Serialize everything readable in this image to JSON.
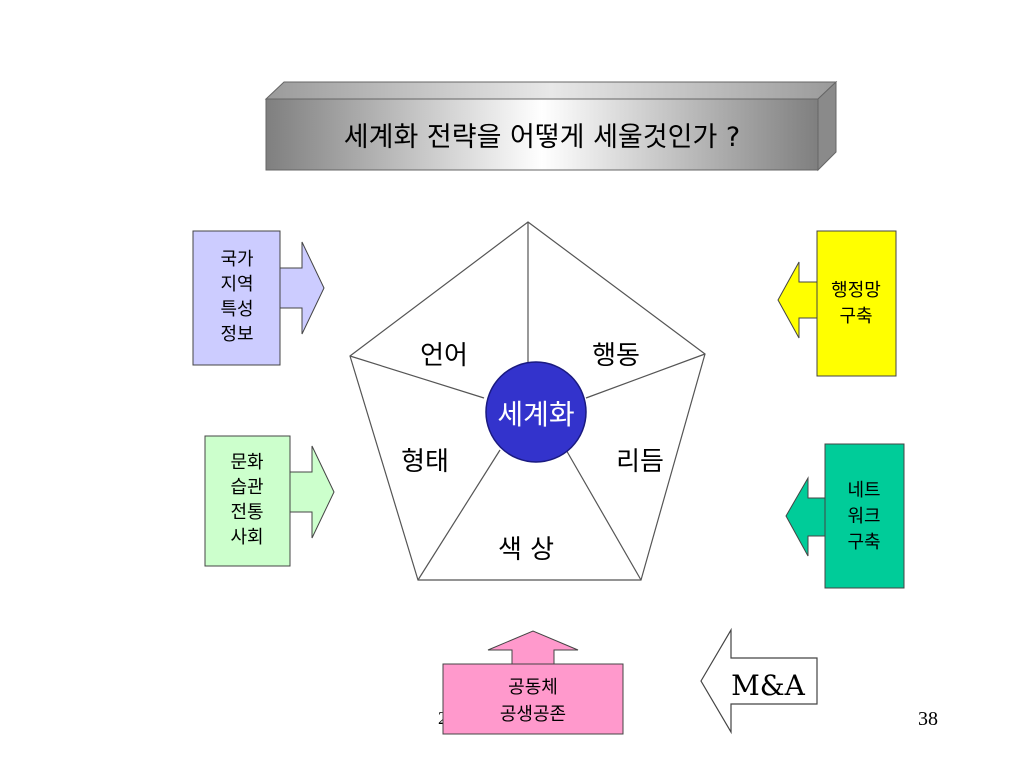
{
  "title": "세계화 전략을 어떻게 세울것인가 ?",
  "center": "세계화",
  "pentagon": {
    "top_left": "언어",
    "top_right": "행동",
    "mid_left": "형태",
    "mid_right": "리듬",
    "bottom": "색 상"
  },
  "boxes": {
    "country": {
      "lines": [
        "국가",
        "지역",
        "특성",
        "정보"
      ],
      "color": "#ccccff"
    },
    "culture": {
      "lines": [
        "문화",
        "습관",
        "전통",
        "사회"
      ],
      "color": "#ccffcc"
    },
    "admin": {
      "lines": [
        "행정망",
        "구축"
      ],
      "color": "#ffff00"
    },
    "network": {
      "lines": [
        "네트",
        "워크",
        "구축"
      ],
      "color": "#00cc99"
    },
    "community": {
      "lines": [
        "공동체",
        "공생공존"
      ],
      "color": "#ff99cc"
    },
    "mna": {
      "label": "M&A"
    }
  },
  "center_color": "#3333cc",
  "page_number": "38",
  "year_fragment": "2"
}
